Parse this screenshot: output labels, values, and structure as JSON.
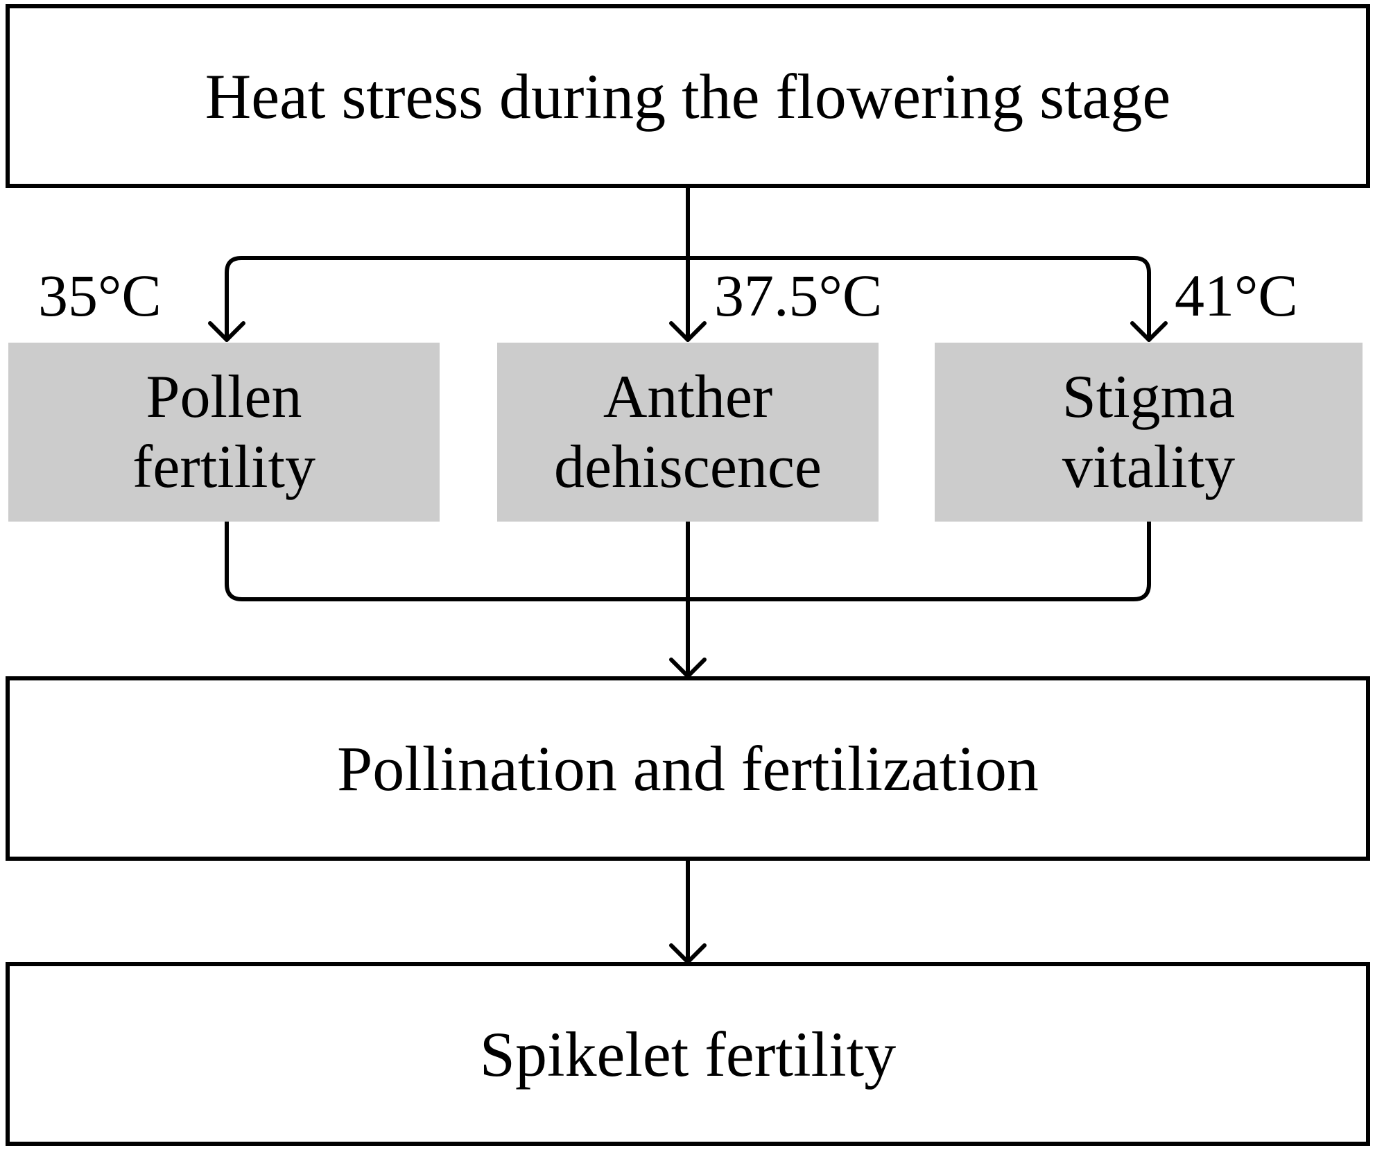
{
  "top_box": {
    "label": "Heat stress during the flowering stage"
  },
  "factors": [
    {
      "line1": "Pollen",
      "line2": "fertility",
      "temperature": "35°C"
    },
    {
      "line1": "Anther",
      "line2": "dehiscence",
      "temperature": "37.5°C"
    },
    {
      "line1": "Stigma",
      "line2": "vitality",
      "temperature": "41°C"
    }
  ],
  "middle_box": {
    "label": "Pollination and fertilization"
  },
  "bottom_box": {
    "label": "Spikelet fertility"
  },
  "colors": {
    "factor_fill": "#cccccc",
    "line": "#000000"
  }
}
